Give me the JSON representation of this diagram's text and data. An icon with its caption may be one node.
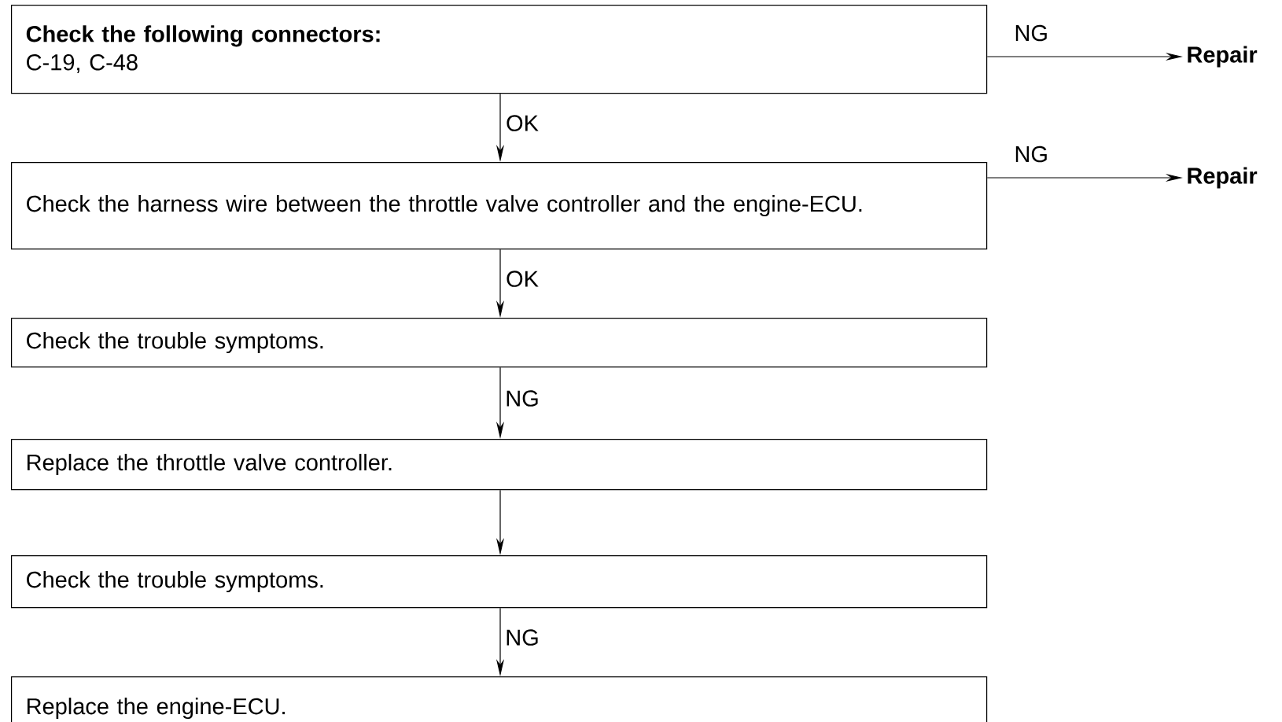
{
  "diagram": {
    "nodes": [
      {
        "text": [
          "Check the following connectors:",
          "C-19, C-48"
        ]
      },
      {
        "text": [
          "Repair"
        ]
      },
      {
        "text": [
          "Check the harness wire between the throttle valve controller and the engine-ECU."
        ]
      },
      {
        "text": [
          "Repair"
        ]
      },
      {
        "text": [
          "Check the trouble symptoms."
        ]
      },
      {
        "text": [
          "Replace the throttle valve controller."
        ]
      },
      {
        "text": [
          "Check the trouble symptoms."
        ]
      },
      {
        "text": [
          "Replace the engine-ECU."
        ]
      }
    ],
    "edges": [
      {
        "from": 0,
        "to": 1,
        "arrow": "to",
        "label": "NG"
      },
      {
        "from": 0,
        "to": 2,
        "arrow": "to",
        "label": "OK"
      },
      {
        "from": 2,
        "to": 3,
        "arrow": "to",
        "label": "NG"
      },
      {
        "from": 2,
        "to": 4,
        "arrow": "to",
        "label": "OK"
      },
      {
        "from": 4,
        "to": 5,
        "arrow": "to",
        "label": "NG"
      },
      {
        "from": 5,
        "to": 6,
        "arrow": "to"
      },
      {
        "from": 6,
        "to": 7,
        "arrow": "to",
        "label": "NG"
      }
    ]
  }
}
